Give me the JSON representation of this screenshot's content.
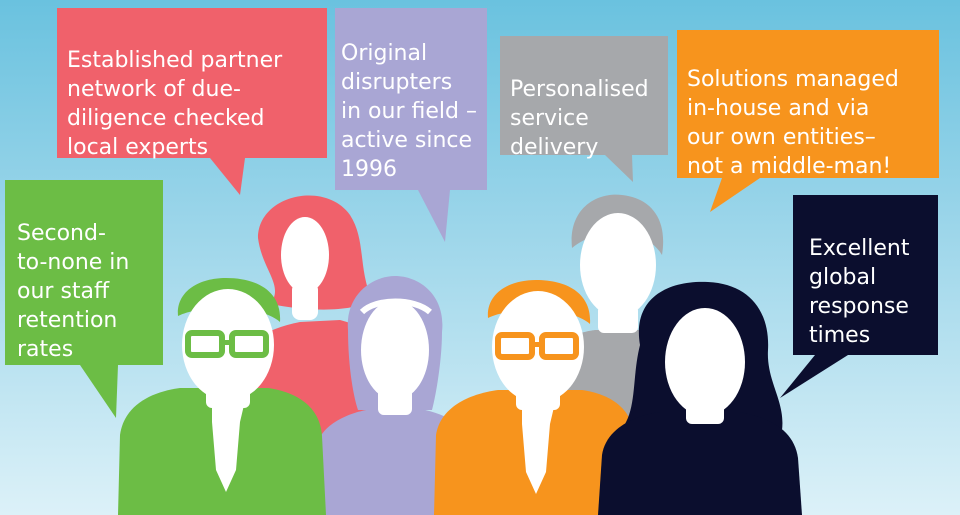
{
  "colors": {
    "green": "#6cbd45",
    "red": "#f0616b",
    "lavender": "#a9a6d4",
    "grey": "#a6a8ab",
    "orange": "#f7941d",
    "navy": "#0b0e2e",
    "skin": "#ffffff"
  },
  "bubbles": {
    "partner": "Established partner\nnetwork of due-\ndiligence checked\nlocal experts",
    "disrupters": "Original\ndisrupters\nin our field –\nactive since\n1996",
    "personalised": "Personalised\nservice\ndelivery",
    "solutions": "Solutions managed\nin-house and via\nour own entities–\nnot a middle-man!",
    "retention": "Second-\nto-none in\nour staff\nretention\nrates",
    "response": "Excellent\nglobal\nresponse\ntimes"
  }
}
